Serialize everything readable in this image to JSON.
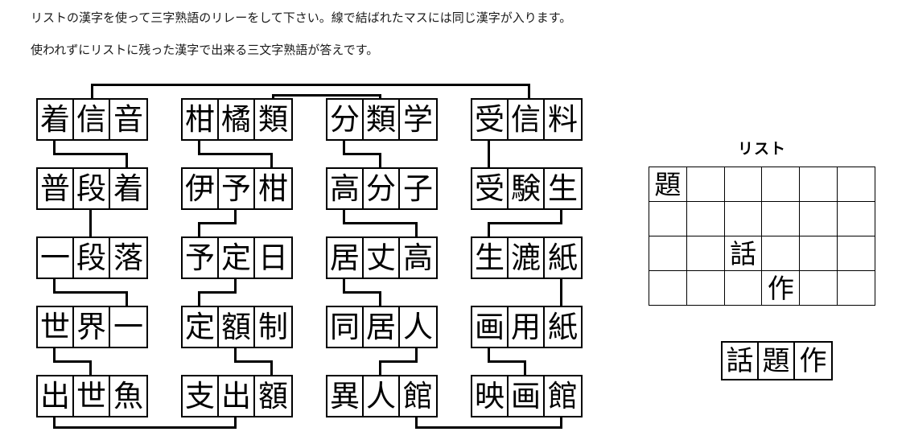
{
  "instructions": {
    "line1": "リストの漢字を使って三字熟語のリレーをして下さい。線で結ばれたマスには同じ漢字が入ります。",
    "line2": "使われずにリストに残った漢字で出来る三文字熟語が答えです。"
  },
  "puzzle": {
    "columns": [
      {
        "name": "column-1",
        "rows": [
          {
            "cells": [
              "着",
              "信",
              "音"
            ]
          },
          {
            "cells": [
              "普",
              "段",
              "着"
            ]
          },
          {
            "cells": [
              "一",
              "段",
              "落"
            ]
          },
          {
            "cells": [
              "世",
              "界",
              "一"
            ]
          },
          {
            "cells": [
              "出",
              "世",
              "魚"
            ]
          }
        ]
      },
      {
        "name": "column-2",
        "rows": [
          {
            "cells": [
              "柑",
              "橘",
              "類"
            ]
          },
          {
            "cells": [
              "伊",
              "予",
              "柑"
            ]
          },
          {
            "cells": [
              "予",
              "定",
              "日"
            ]
          },
          {
            "cells": [
              "定",
              "額",
              "制"
            ]
          },
          {
            "cells": [
              "支",
              "出",
              "額"
            ]
          }
        ]
      },
      {
        "name": "column-3",
        "rows": [
          {
            "cells": [
              "分",
              "類",
              "学"
            ]
          },
          {
            "cells": [
              "高",
              "分",
              "子"
            ]
          },
          {
            "cells": [
              "居",
              "丈",
              "高"
            ]
          },
          {
            "cells": [
              "同",
              "居",
              "人"
            ]
          },
          {
            "cells": [
              "異",
              "人",
              "館"
            ]
          }
        ]
      },
      {
        "name": "column-4",
        "rows": [
          {
            "cells": [
              "受",
              "信",
              "料"
            ]
          },
          {
            "cells": [
              "受",
              "験",
              "生"
            ]
          },
          {
            "cells": [
              "生",
              "漉",
              "紙"
            ]
          },
          {
            "cells": [
              "画",
              "用",
              "紙"
            ]
          },
          {
            "cells": [
              "映",
              "画",
              "館"
            ]
          }
        ]
      }
    ]
  },
  "list": {
    "title": "リスト",
    "rows": [
      [
        "題",
        "",
        "",
        "",
        "",
        ""
      ],
      [
        "",
        "",
        "",
        "",
        "",
        ""
      ],
      [
        "",
        "",
        "話",
        "",
        "",
        ""
      ],
      [
        "",
        "",
        "",
        "作",
        "",
        ""
      ]
    ]
  },
  "answer": {
    "cells": [
      "話",
      "題",
      "作"
    ]
  },
  "colors": {
    "line": "#000000",
    "text": "#1a1a1a",
    "background": "#ffffff"
  }
}
